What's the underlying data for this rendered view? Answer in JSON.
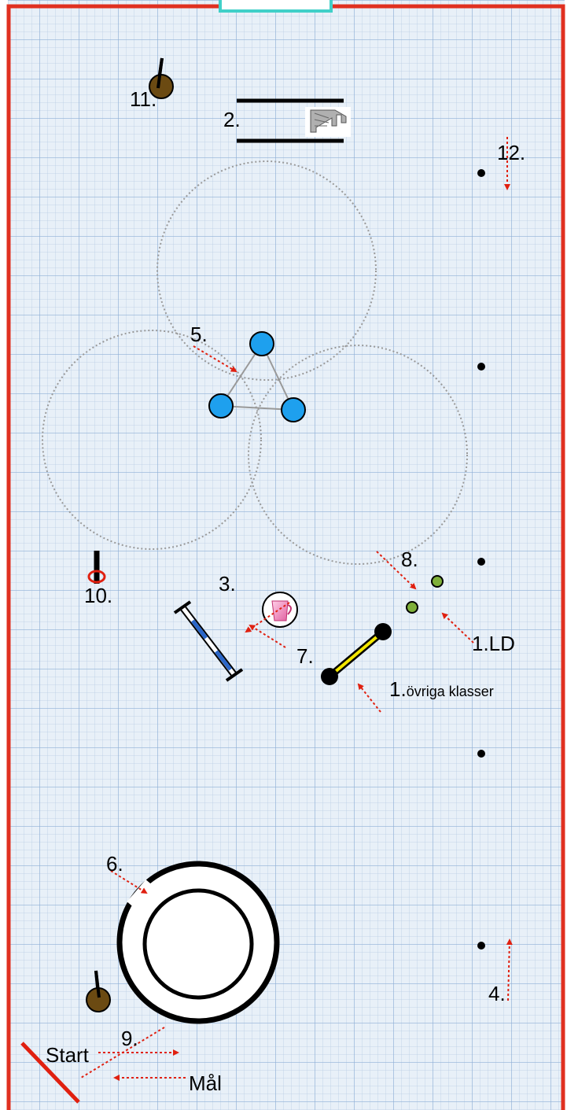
{
  "course": {
    "colors": {
      "grid_minor": "#b9cde4",
      "grid_major": "#8fb0d6",
      "background": "#e8f0f8",
      "border": "#e03020",
      "gate": "#40d0c8",
      "arrow": "#e02010",
      "circle_blue": "#1ea0ee",
      "pole_yellow": "#f2e600",
      "dot_green": "#7fb03a",
      "post_brown": "#6b4a12",
      "weave_blue": "#2a66c8",
      "ring_red": "#e02010",
      "pitcher_pink": "#f080b8"
    },
    "icons": {
      "bell": "bell-icon",
      "pitcher": "pitcher-icon"
    },
    "labels": {
      "l1_num": "1.",
      "l1_text": "övriga klasser",
      "l1_ld": "1.LD",
      "l2": "2.",
      "l3": "3.",
      "l4": "4.",
      "l5": "5.",
      "l6": "6.",
      "l7": "7.",
      "l8": "8.",
      "l9": "9.",
      "l10": "10.",
      "l11": "11.",
      "l12": "12.",
      "start": "Start",
      "goal": "Mål"
    }
  }
}
